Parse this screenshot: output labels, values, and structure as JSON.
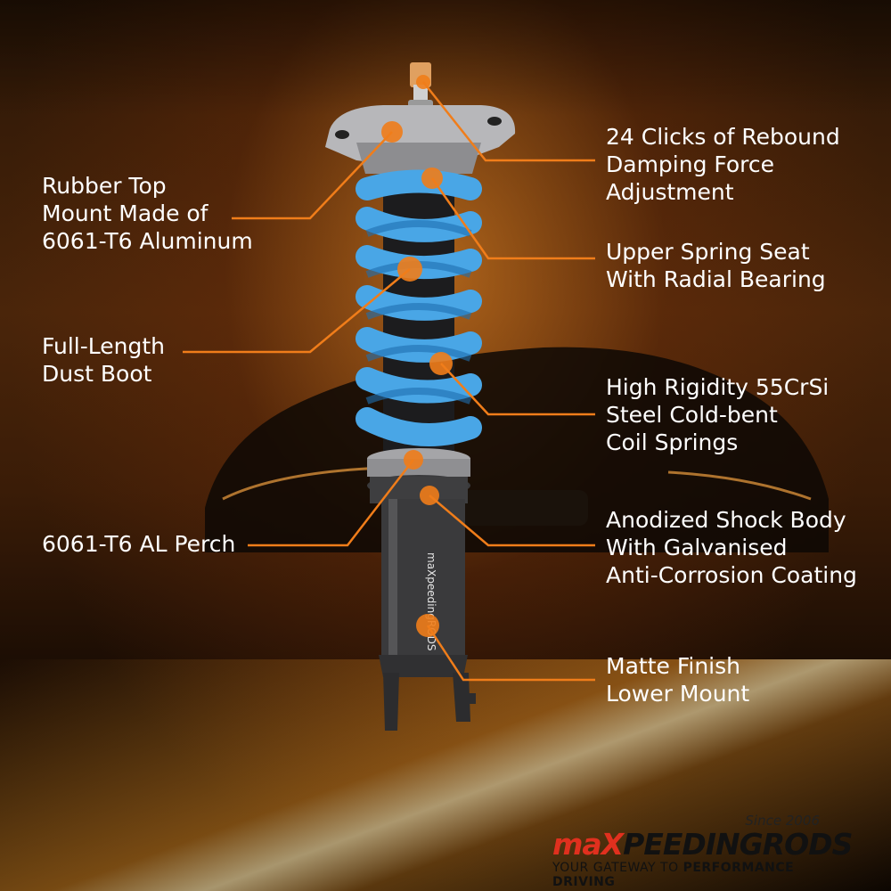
{
  "colors": {
    "accent": "#f07d1a",
    "spring": "#4aa7e8",
    "body": "#3a3a3c"
  },
  "callouts": {
    "rubber_top": "Rubber Top\nMount Made of\n6061-T6 Aluminum",
    "dust_boot": "Full-Length\nDust Boot",
    "al_perch": "6061-T6 AL Perch",
    "rebound": "24 Clicks of Rebound\nDamping Force\nAdjustment",
    "spring_seat": "Upper Spring Seat\nWith Radial Bearing",
    "coil_springs": "High Rigidity 55CrSi\nSteel Cold-bent\nCoil Springs",
    "shock_body": "Anodized Shock Body\nWith Galvanised\nAnti-Corrosion Coating",
    "lower_mount": "Matte Finish\nLower Mount"
  },
  "product_print": {
    "body_text": "maXpeedingRODS"
  },
  "logo": {
    "since": "Since 2006",
    "brand_prefix": "maX",
    "brand_middle": "PEEDING",
    "brand_suffix": "RODS",
    "tagline_normal": "YOUR GATEWAY TO ",
    "tagline_bold": "PERFORMANCE DRIVING"
  }
}
